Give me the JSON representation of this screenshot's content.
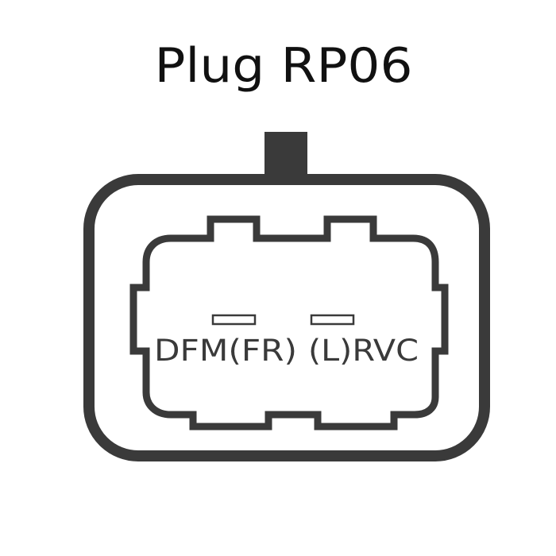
{
  "title": "Plug RP06",
  "pins": [
    {
      "label": "DFM(FR)"
    },
    {
      "label": "(L)RVC"
    }
  ],
  "colors": {
    "outline": "#3a3a3a",
    "title": "#111111",
    "background": "#ffffff"
  }
}
